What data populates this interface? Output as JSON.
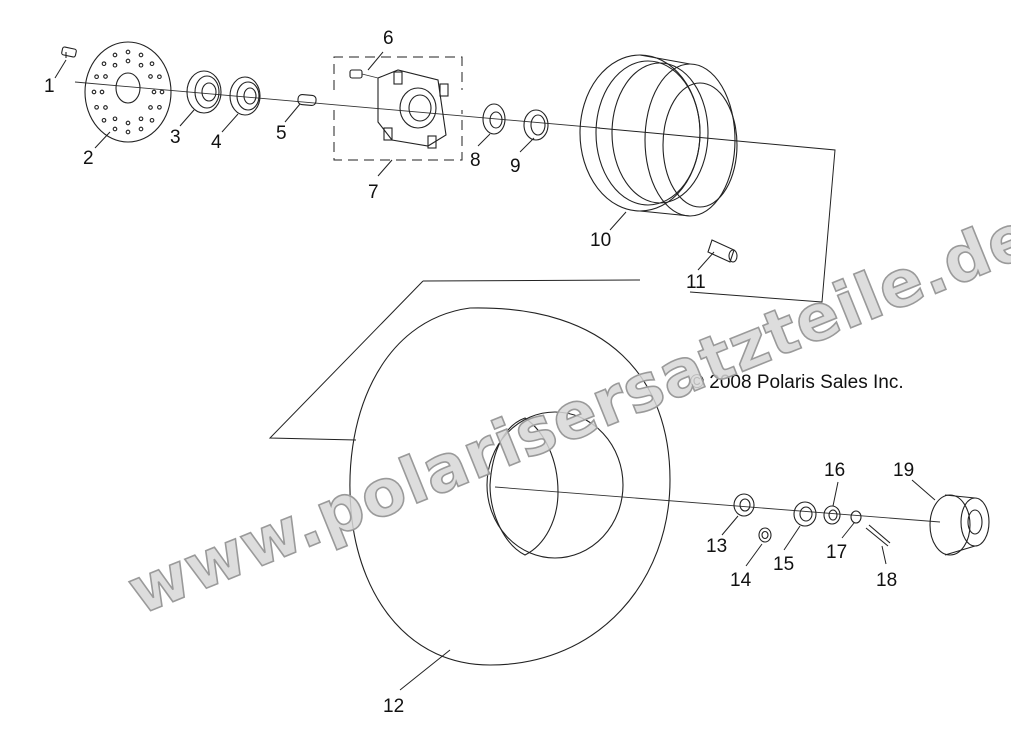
{
  "copyright": "© 2008 Polaris Sales Inc.",
  "watermark": "www.polarisersatzteile.de",
  "callouts": [
    "1",
    "2",
    "3",
    "4",
    "5",
    "6",
    "7",
    "8",
    "9",
    "10",
    "11",
    "12",
    "13",
    "14",
    "15",
    "16",
    "17",
    "18",
    "19"
  ]
}
